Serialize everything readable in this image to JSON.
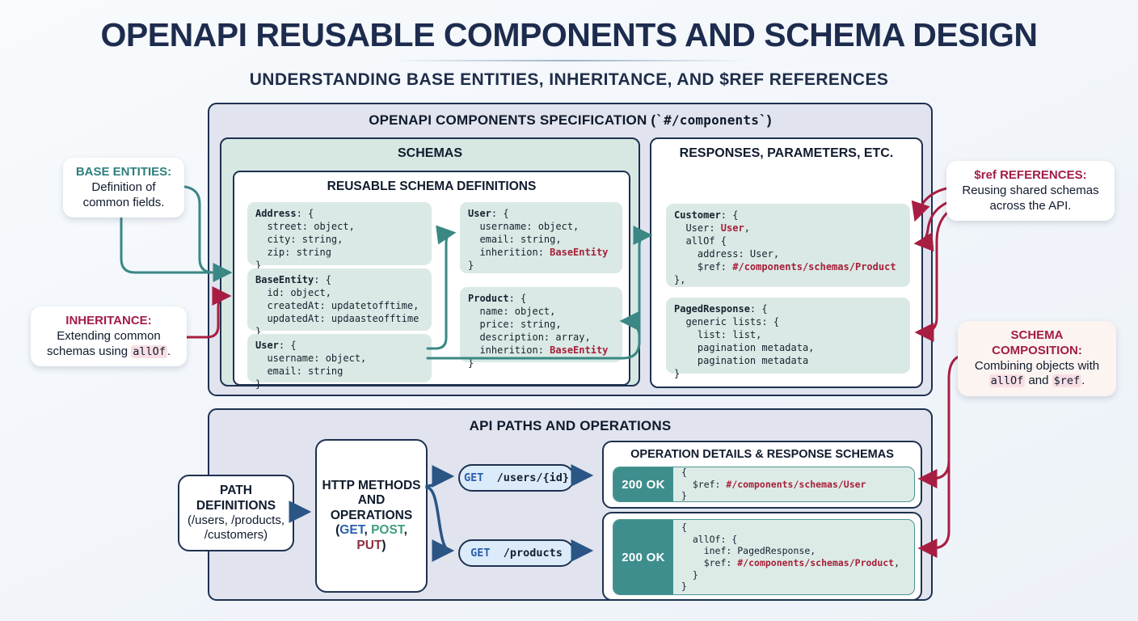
{
  "page": {
    "title": "OPENAPI REUSABLE COMPONENTS AND SCHEMA DESIGN",
    "subtitle": "UNDERSTANDING BASE ENTITIES, INHERITANCE, AND $REF REFERENCES"
  },
  "components_box": {
    "header_segments": [
      [
        "OPENAPI COMPONENTS SPECIFICATION (",
        ""
      ],
      [
        "`#/components`",
        "mono-inline"
      ],
      [
        ")",
        ""
      ]
    ],
    "schemas": {
      "label": "SCHEMAS",
      "inner_title": "REUSABLE SCHEMA DEFINITIONS",
      "blocks": {
        "address": [
          [
            [
              "Address",
              "k"
            ],
            [
              ": {",
              ""
            ]
          ],
          [
            [
              "  street: object,",
              ""
            ]
          ],
          [
            [
              "  city: string,",
              ""
            ]
          ],
          [
            [
              "  zip: string",
              ""
            ]
          ],
          [
            [
              "}",
              ""
            ]
          ]
        ],
        "base_entity": [
          [
            [
              "BaseEntity",
              "k"
            ],
            [
              ": {",
              ""
            ]
          ],
          [
            [
              "  id: object,",
              ""
            ]
          ],
          [
            [
              "  createdAt: updatetofftime,",
              ""
            ]
          ],
          [
            [
              "  updatedAt: updaasteofftime",
              ""
            ]
          ],
          [
            [
              "}",
              ""
            ]
          ]
        ],
        "user_base": [
          [
            [
              "User",
              "k"
            ],
            [
              ": {",
              ""
            ]
          ],
          [
            [
              "  username: object,",
              ""
            ]
          ],
          [
            [
              "  email: string",
              ""
            ]
          ],
          [
            [
              "}",
              ""
            ]
          ]
        ],
        "user": [
          [
            [
              "User",
              "k"
            ],
            [
              ": {",
              ""
            ]
          ],
          [
            [
              "  username: object,",
              ""
            ]
          ],
          [
            [
              "  email: string,",
              ""
            ]
          ],
          [
            [
              "  inherition: ",
              ""
            ],
            [
              "BaseEntity",
              "r"
            ]
          ],
          [
            [
              "}",
              ""
            ]
          ]
        ],
        "product": [
          [
            [
              "Product",
              "k"
            ],
            [
              ": {",
              ""
            ]
          ],
          [
            [
              "  name: object,",
              ""
            ]
          ],
          [
            [
              "  price: string,",
              ""
            ]
          ],
          [
            [
              "  description: array,",
              ""
            ]
          ],
          [
            [
              "  inherition: ",
              ""
            ],
            [
              "BaseEntity",
              "r"
            ]
          ],
          [
            [
              "}",
              ""
            ]
          ]
        ]
      }
    },
    "responses": {
      "label": "RESPONSES, PARAMETERS, ETC.",
      "blocks": {
        "customer": [
          [
            [
              "Customer",
              "k"
            ],
            [
              ": {",
              ""
            ]
          ],
          [
            [
              "  User: ",
              ""
            ],
            [
              "User",
              "r"
            ],
            [
              ",",
              ""
            ]
          ],
          [
            [
              "  allOf {",
              ""
            ]
          ],
          [
            [
              "    address: User,",
              ""
            ]
          ],
          [
            [
              "    $ref: ",
              ""
            ],
            [
              "#/components/schemas/Product",
              "r"
            ]
          ],
          [
            [
              "},",
              ""
            ]
          ]
        ],
        "paged_response": [
          [
            [
              "PagedResponse",
              "k"
            ],
            [
              ": {",
              ""
            ]
          ],
          [
            [
              "  generic lists: {",
              ""
            ]
          ],
          [
            [
              "    list: list,",
              ""
            ]
          ],
          [
            [
              "    pagination metadata,",
              ""
            ]
          ],
          [
            [
              "    pagination metadata",
              ""
            ]
          ],
          [
            [
              "}",
              ""
            ]
          ]
        ]
      }
    }
  },
  "callouts": {
    "base_entities": {
      "title": "BASE ENTITIES:",
      "body_segments": [
        [
          "Definition of common fields.",
          ""
        ]
      ]
    },
    "inheritance": {
      "title": "INHERITANCE:",
      "body_segments": [
        [
          "Extending common schemas using ",
          ""
        ],
        [
          "allOf",
          "m"
        ],
        [
          ".",
          ""
        ]
      ]
    },
    "ref_references": {
      "title": "$ref REFERENCES:",
      "body_segments": [
        [
          "Reusing shared schemas across the API.",
          ""
        ]
      ]
    },
    "schema_composition": {
      "title": "SCHEMA COMPOSITION:",
      "body_segments": [
        [
          "Combining objects with ",
          ""
        ],
        [
          "allOf",
          "m"
        ],
        [
          " and ",
          ""
        ],
        [
          "$ref",
          "m"
        ],
        [
          ".",
          ""
        ]
      ]
    }
  },
  "api_box": {
    "header": "API PATHS AND OPERATIONS",
    "path_definitions": {
      "title": "PATH DEFINITIONS",
      "subtitle": "(/users, /products, /customers)"
    },
    "http_methods": {
      "title": "HTTP METHODS AND OPERATIONS",
      "methods_segments": [
        [
          "(",
          ""
        ],
        [
          "GET",
          "g"
        ],
        [
          ", ",
          ""
        ],
        [
          "POST",
          "po"
        ],
        [
          ",",
          ""
        ]
      ],
      "methods_segments2": [
        [
          "PUT",
          "pu"
        ],
        [
          ")",
          ""
        ]
      ]
    },
    "endpoints": [
      {
        "segments": [
          [
            "GET",
            "g"
          ],
          [
            "  /users/{id}",
            ""
          ]
        ]
      },
      {
        "segments": [
          [
            "GET",
            "g"
          ],
          [
            "  /products",
            ""
          ]
        ]
      }
    ],
    "operations": {
      "header": "OPERATION DETAILS & RESPONSE SCHEMAS",
      "rows": [
        {
          "status": "200 OK",
          "code": [
            [
              [
                "{",
                ""
              ]
            ],
            [
              [
                "  $ref: ",
                ""
              ],
              [
                "#/components/schemas/User",
                "r"
              ]
            ],
            [
              [
                "}",
                ""
              ]
            ]
          ]
        },
        {
          "status": "200 OK",
          "code": [
            [
              [
                "{",
                ""
              ]
            ],
            [
              [
                "  allOf: {",
                ""
              ]
            ],
            [
              [
                "    inef: PagedResponse,",
                ""
              ]
            ],
            [
              [
                "    $ref: ",
                ""
              ],
              [
                "#/components/schemas/Product",
                "r"
              ],
              [
                ",",
                ""
              ]
            ],
            [
              [
                "  }",
                ""
              ]
            ],
            [
              [
                "}",
                ""
              ]
            ]
          ]
        }
      ]
    }
  },
  "colors": {
    "navy_border": "#1e3150",
    "teal_arrow": "#3a8784",
    "crimson_arrow": "#a81e42",
    "navy_arrow": "#2a5585",
    "badge_teal": "#3f8e8e",
    "code_red": "#a6203a"
  }
}
